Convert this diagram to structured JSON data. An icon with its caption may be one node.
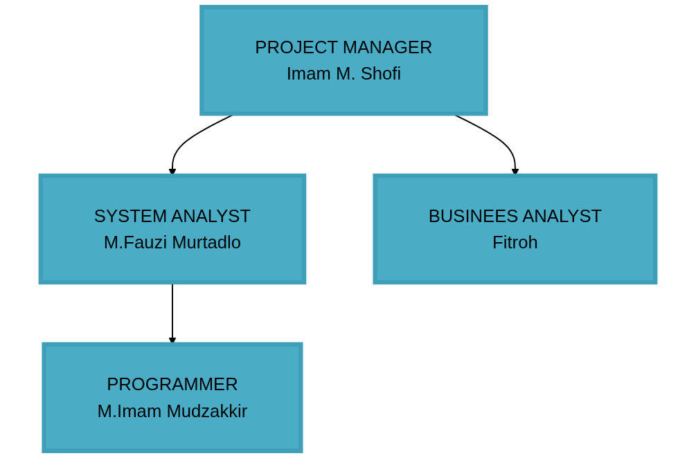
{
  "diagram": {
    "nodes": [
      {
        "text": [
          "PROJECT MANAGER",
          "Imam M. Shofi"
        ]
      },
      {
        "text": [
          "SYSTEM ANALYST",
          "M.Fauzi Murtadlo"
        ]
      },
      {
        "text": [
          "BUSINEES ANALYST",
          "Fitroh"
        ]
      },
      {
        "text": [
          "PROGRAMMER",
          "M.Imam Mudzakkir"
        ]
      }
    ],
    "edges": [
      {
        "from": 0,
        "to": 1,
        "arrow": "to"
      },
      {
        "from": 0,
        "to": 2,
        "arrow": "to"
      },
      {
        "from": 1,
        "to": 3,
        "arrow": "to"
      }
    ]
  }
}
